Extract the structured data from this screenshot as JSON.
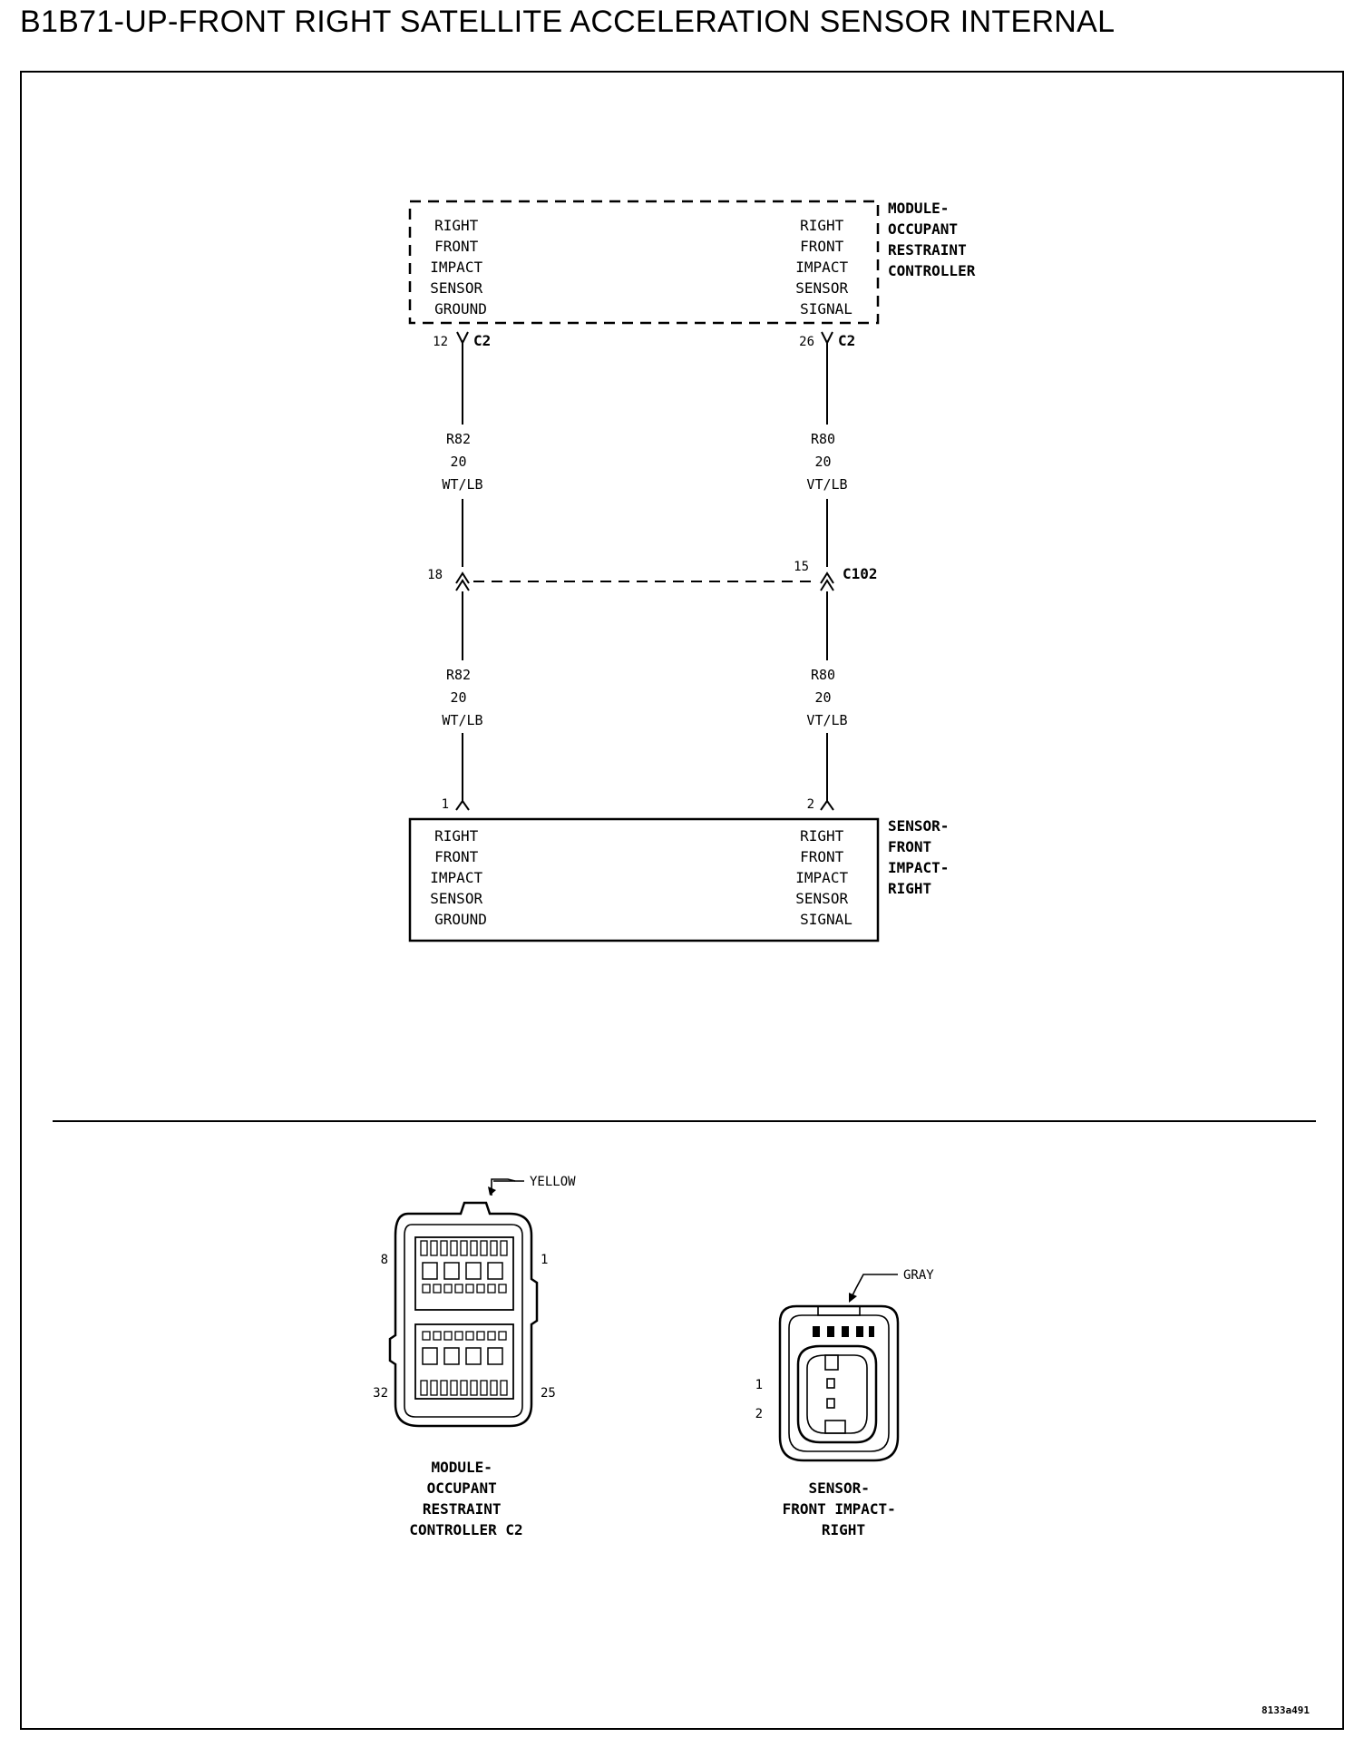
{
  "title": "B1B71-UP-FRONT RIGHT SATELLITE ACCELERATION SENSOR INTERNAL",
  "module": {
    "name_lines": [
      "MODULE-",
      "OCCUPANT",
      "RESTRAINT",
      "CONTROLLER"
    ],
    "left_function_lines": [
      "RIGHT",
      "FRONT",
      "IMPACT",
      "SENSOR",
      "GROUND"
    ],
    "right_function_lines": [
      "RIGHT",
      "FRONT",
      "IMPACT",
      "SENSOR",
      "SIGNAL"
    ]
  },
  "module_pins": {
    "left": {
      "pin": "12",
      "connector": "C2"
    },
    "right": {
      "pin": "26",
      "connector": "C2"
    }
  },
  "wires_upper": {
    "left": {
      "circuit": "R82",
      "gauge": "20",
      "color": "WT/LB"
    },
    "right": {
      "circuit": "R80",
      "gauge": "20",
      "color": "VT/LB"
    }
  },
  "inline_connector": {
    "name": "C102",
    "left_pin": "18",
    "right_pin": "15"
  },
  "wires_lower": {
    "left": {
      "circuit": "R82",
      "gauge": "20",
      "color": "WT/LB"
    },
    "right": {
      "circuit": "R80",
      "gauge": "20",
      "color": "VT/LB"
    }
  },
  "sensor_pins": {
    "left": "1",
    "right": "2"
  },
  "sensor": {
    "name_lines": [
      "SENSOR-",
      "FRONT",
      "IMPACT-",
      "RIGHT"
    ],
    "left_function_lines": [
      "RIGHT",
      "FRONT",
      "IMPACT",
      "SENSOR",
      "GROUND"
    ],
    "right_function_lines": [
      "RIGHT",
      "FRONT",
      "IMPACT",
      "SENSOR",
      "SIGNAL"
    ]
  },
  "connector_views": {
    "module_c2": {
      "color_label": "YELLOW",
      "pin_labels": {
        "top_left": "8",
        "top_right": "1",
        "bottom_left": "32",
        "bottom_right": "25"
      },
      "caption_lines": [
        "MODULE-",
        "OCCUPANT",
        "RESTRAINT",
        "CONTROLLER C2"
      ]
    },
    "sensor": {
      "color_label": "GRAY",
      "pin_labels": [
        "1",
        "2"
      ],
      "caption_lines": [
        "SENSOR-",
        "FRONT IMPACT-",
        "RIGHT"
      ]
    }
  },
  "figure_id": "8133a491"
}
